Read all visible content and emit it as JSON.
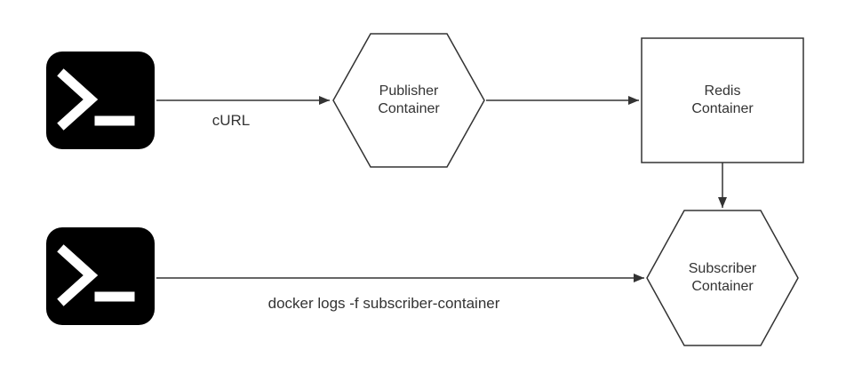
{
  "diagram": {
    "type": "architecture-flow-diagram",
    "colors": {
      "background": "#ffffff",
      "stroke": "#333333",
      "node_fill": "#ffffff",
      "terminal_fill": "#000000",
      "terminal_glyph": "#ffffff",
      "text": "#333333"
    },
    "nodes": {
      "terminal_publish": {
        "icon": "terminal-icon",
        "shape": "rounded-square"
      },
      "terminal_logs": {
        "icon": "terminal-icon",
        "shape": "rounded-square"
      },
      "publisher": {
        "shape": "hexagon",
        "line1": "Publisher",
        "line2": "Container"
      },
      "redis": {
        "shape": "rectangle",
        "line1": "Redis",
        "line2": "Container"
      },
      "subscriber": {
        "shape": "hexagon",
        "line1": "Subscriber",
        "line2": "Container"
      }
    },
    "edges": [
      {
        "id": "terminal-to-publisher",
        "from": "terminal_publish",
        "to": "publisher",
        "label": "cURL"
      },
      {
        "id": "publisher-to-redis",
        "from": "publisher",
        "to": "redis",
        "label": ""
      },
      {
        "id": "redis-to-subscriber",
        "from": "redis",
        "to": "subscriber",
        "label": ""
      },
      {
        "id": "terminal-to-subscriber",
        "from": "terminal_logs",
        "to": "subscriber",
        "label": "docker logs -f subscriber-container"
      }
    ]
  }
}
